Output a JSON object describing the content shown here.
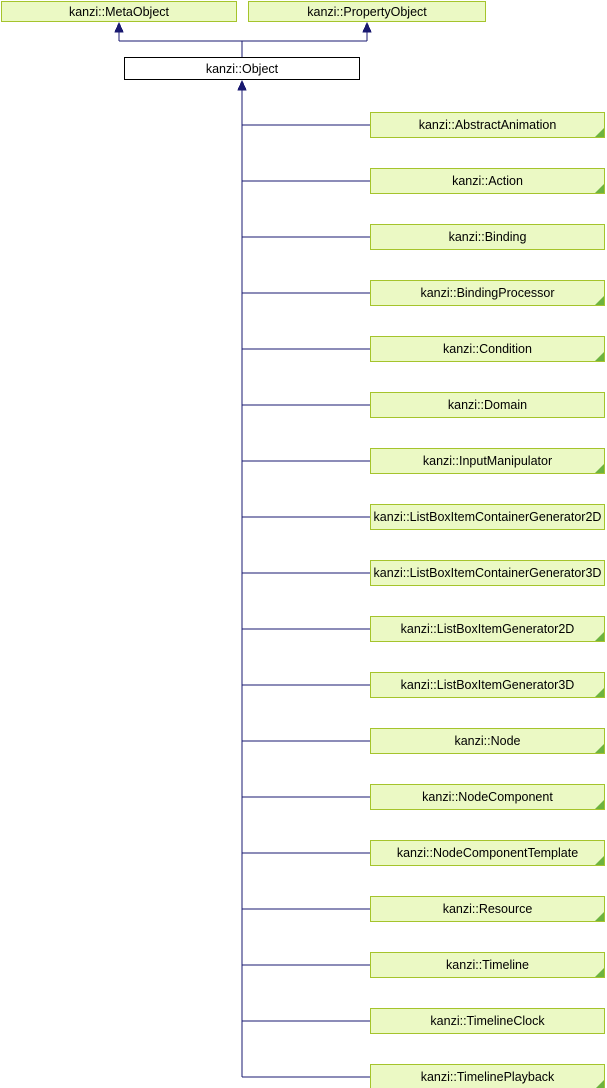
{
  "diagram": {
    "kind": "class-inheritance-graph",
    "namespace_prefix": "kanzi"
  },
  "colors": {
    "background": "#ffffff",
    "node_fill": "#EBF9C4",
    "node_border": "#A5C42C",
    "root_fill": "#ffffff",
    "root_border": "#000000",
    "edge": "#191970",
    "truncated_marker": "#6DB33F",
    "text": "#000000"
  },
  "nodes": {
    "parents": [
      {
        "label": "kanzi::MetaObject"
      },
      {
        "label": "kanzi::PropertyObject"
      }
    ],
    "root": {
      "label": "kanzi::Object"
    },
    "derived": [
      {
        "label": "kanzi::AbstractAnimation",
        "truncated": true
      },
      {
        "label": "kanzi::Action",
        "truncated": true
      },
      {
        "label": "kanzi::Binding",
        "truncated": false
      },
      {
        "label": "kanzi::BindingProcessor",
        "truncated": true
      },
      {
        "label": "kanzi::Condition",
        "truncated": true
      },
      {
        "label": "kanzi::Domain",
        "truncated": false
      },
      {
        "label": "kanzi::InputManipulator",
        "truncated": true
      },
      {
        "label": "kanzi::ListBoxItemContainerGenerator2D",
        "truncated": false
      },
      {
        "label": "kanzi::ListBoxItemContainerGenerator3D",
        "truncated": false
      },
      {
        "label": "kanzi::ListBoxItemGenerator2D",
        "truncated": true
      },
      {
        "label": "kanzi::ListBoxItemGenerator3D",
        "truncated": true
      },
      {
        "label": "kanzi::Node",
        "truncated": true
      },
      {
        "label": "kanzi::NodeComponent",
        "truncated": true
      },
      {
        "label": "kanzi::NodeComponentTemplate",
        "truncated": true
      },
      {
        "label": "kanzi::Resource",
        "truncated": true
      },
      {
        "label": "kanzi::Timeline",
        "truncated": true
      },
      {
        "label": "kanzi::TimelineClock",
        "truncated": false
      },
      {
        "label": "kanzi::TimelinePlayback",
        "truncated": true
      }
    ]
  }
}
